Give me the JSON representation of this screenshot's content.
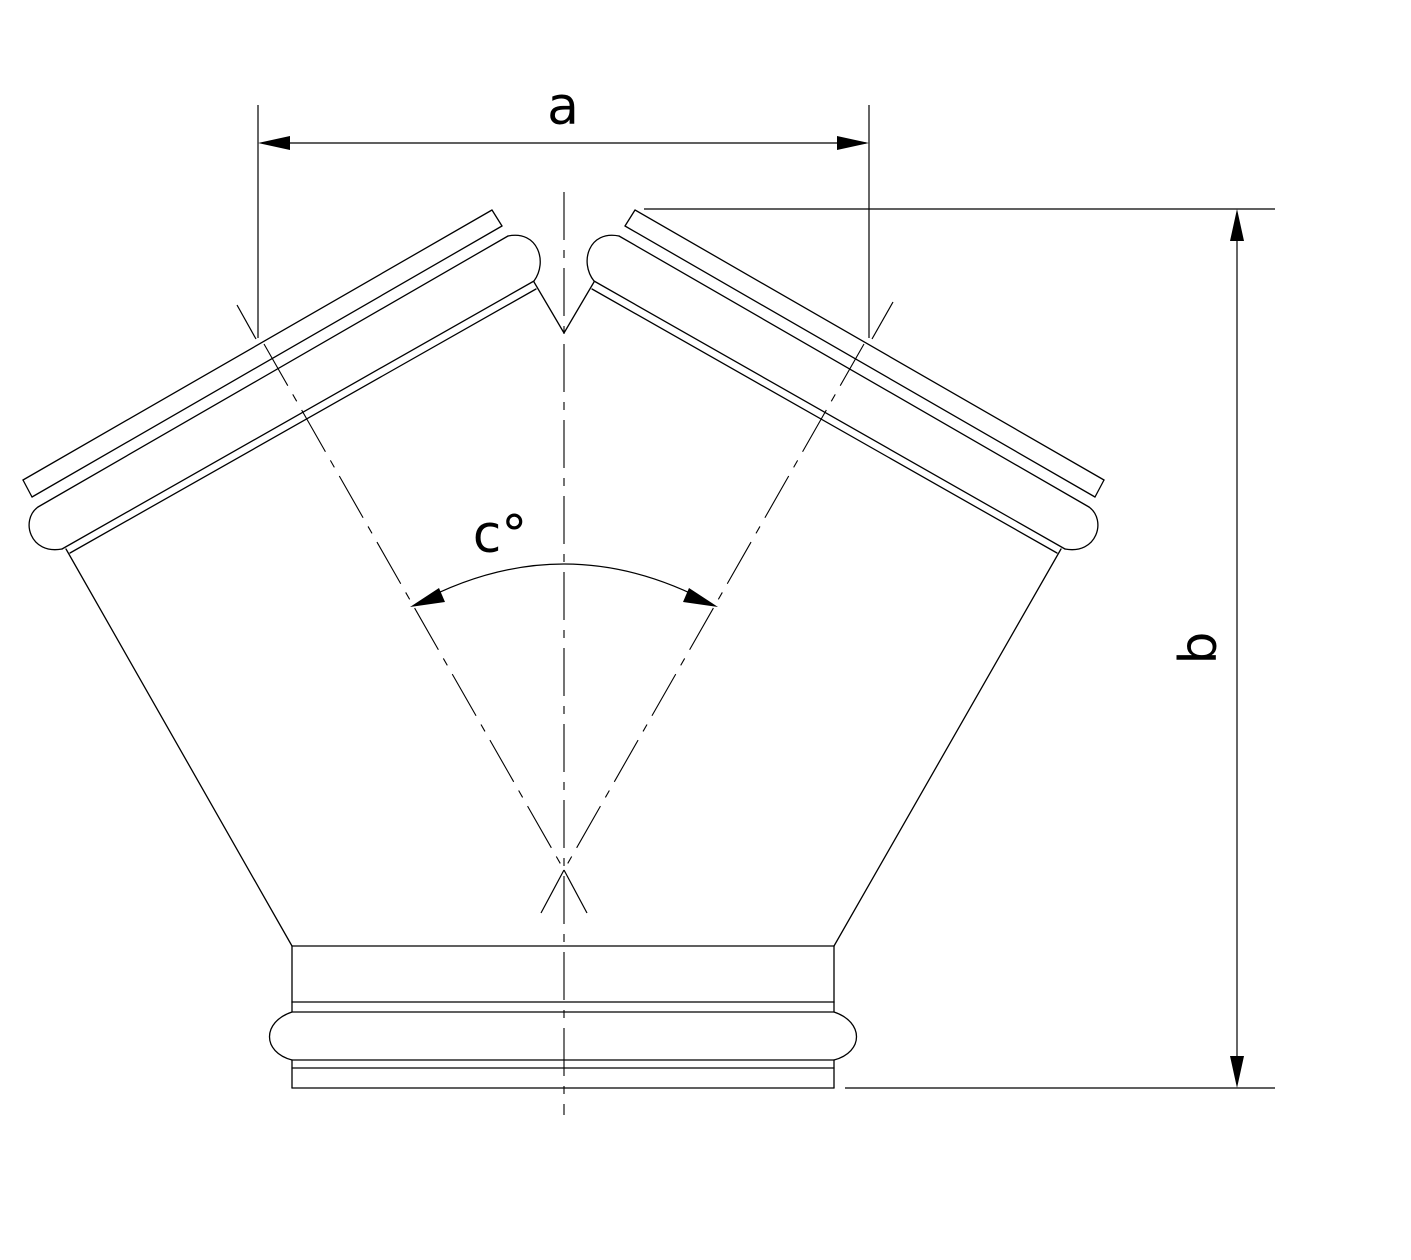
{
  "labels": {
    "width": "a",
    "height": "b",
    "angle": "c°"
  }
}
